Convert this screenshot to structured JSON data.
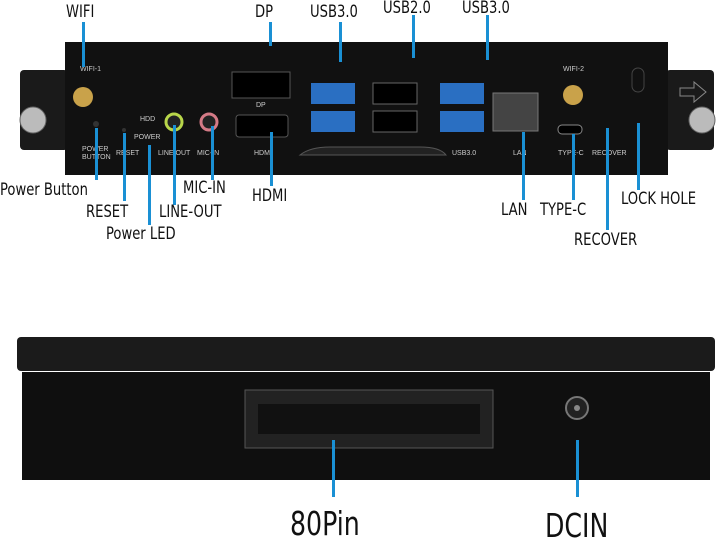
{
  "front_view": {
    "callouts": {
      "wifi": "WIFI",
      "dp": "DP",
      "usb30_left": "USB3.0",
      "usb20": "USB2.0",
      "usb30_right": "USB3.0",
      "power_button": "Power Button",
      "reset": "RESET",
      "power_led": "Power LED",
      "line_out": "LINE-OUT",
      "mic_in": "MIC-IN",
      "hdmi": "HDMI",
      "lan": "LAN",
      "type_c": "TYPE-C",
      "recover": "RECOVER",
      "lock_hole": "LOCK HOLE"
    },
    "panel_print": {
      "wifi1": "WIFI-1",
      "wifi2": "WIFI-2",
      "power_button": "POWER BUTTON",
      "reset": "RESET",
      "hdd": "HDD",
      "power": "POWER",
      "line_out": "LINE OUT",
      "mic_in": "MIC-IN",
      "dp": "DP",
      "hdmi": "HDMI",
      "usb30": "USB3.0",
      "lan": "LAN",
      "type_c": "TYPE-C",
      "recover": "RECOVER"
    }
  },
  "back_view": {
    "callouts": {
      "pin80": "80Pin",
      "dcin": "DCIN"
    }
  },
  "colors": {
    "callout_line": "#1a90d4",
    "device": "#141414"
  }
}
